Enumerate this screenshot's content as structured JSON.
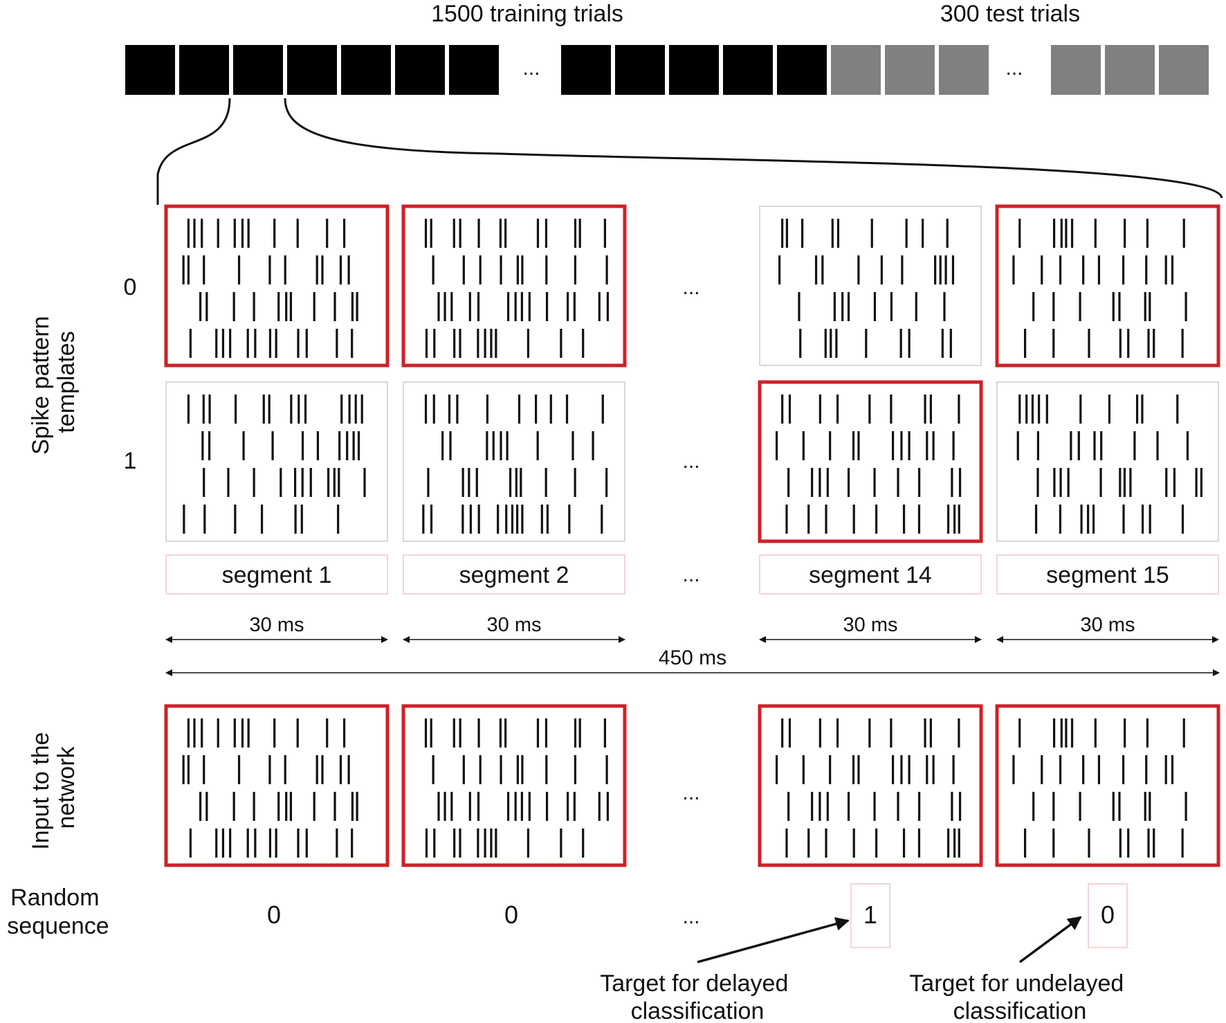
{
  "top_bar": {
    "training_label": "1500 training trials",
    "test_label": "300 test trials",
    "ellipsis": "...",
    "training_color": "#000000",
    "test_color": "#808080"
  },
  "row_labels": {
    "templates": [
      "Spike pattern",
      "templates"
    ],
    "input": [
      "Input to the",
      "network"
    ],
    "random": [
      "Random",
      "sequence"
    ],
    "template_0": "0",
    "template_1": "1"
  },
  "segments": [
    {
      "label": "segment 1",
      "duration": "30 ms",
      "selected_template": 0,
      "random_value": "0"
    },
    {
      "label": "segment 2",
      "duration": "30 ms",
      "selected_template": 0,
      "random_value": "0"
    },
    {
      "label": "segment 14",
      "duration": "30 ms",
      "selected_template": 1,
      "random_value": "1"
    },
    {
      "label": "segment 15",
      "duration": "30 ms",
      "selected_template": 0,
      "random_value": "0"
    }
  ],
  "total_duration": "450 ms",
  "ellipsis": "...",
  "targets": {
    "delayed": [
      "Target for delayed",
      "classification"
    ],
    "undelayed": [
      "Target for undelayed",
      "classification"
    ]
  },
  "colors": {
    "highlight": "#cc2229",
    "box_border": "#cccccc",
    "label_box_border": "#f2c6c9"
  }
}
